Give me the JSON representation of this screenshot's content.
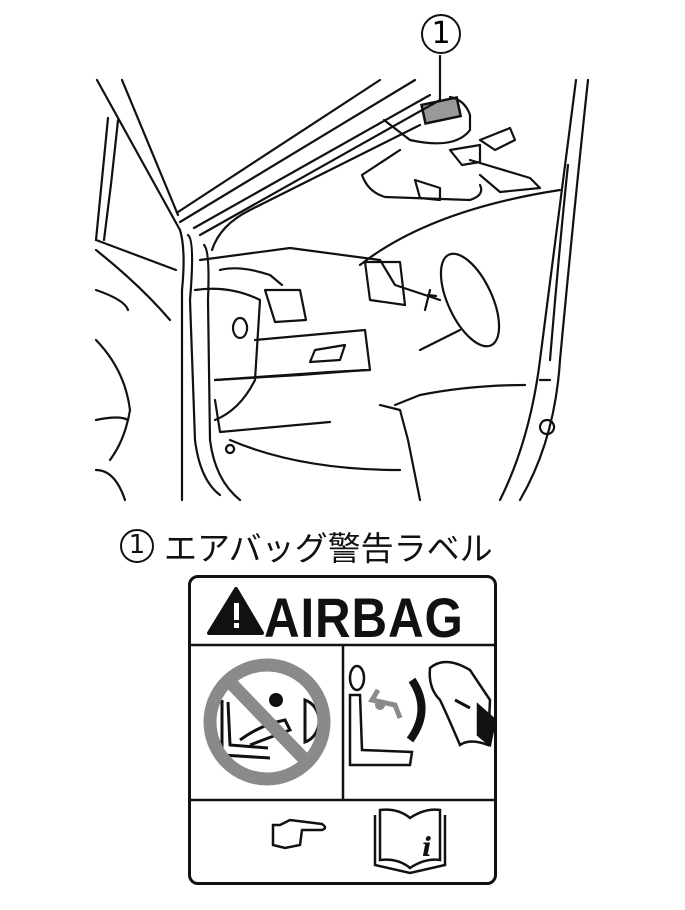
{
  "callout": {
    "number": "1"
  },
  "caption": {
    "number": "1",
    "text": "エアバッグ警告ラベル"
  },
  "airbag_label": {
    "title": "AIRBAG",
    "icons": [
      "warning-triangle-icon",
      "no-rear-facing-child-seat-icon",
      "seat-airbag-deploy-icon",
      "pointing-hand-icon",
      "manual-info-icon"
    ],
    "prohibition_color": "#8a8a8a"
  }
}
